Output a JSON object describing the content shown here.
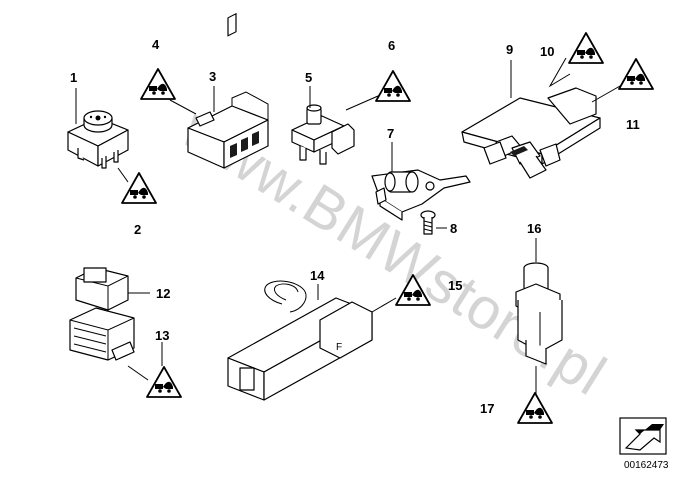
{
  "watermark": "www.BMWstore.pl",
  "reference_number": "00162473",
  "callouts": {
    "n1": "1",
    "n2": "2",
    "n3": "3",
    "n4": "4",
    "n5": "5",
    "n6": "6",
    "n7": "7",
    "n8": "8",
    "n9": "9",
    "n10": "10",
    "n11": "11",
    "n12": "12",
    "n13": "13",
    "n14": "14",
    "n15": "15",
    "n16": "16",
    "n17": "17"
  },
  "component_f_label": "F",
  "icons": {
    "warning_triangle": "warning-triangle-icon",
    "navigation_arrow": "arrow-box-icon"
  }
}
